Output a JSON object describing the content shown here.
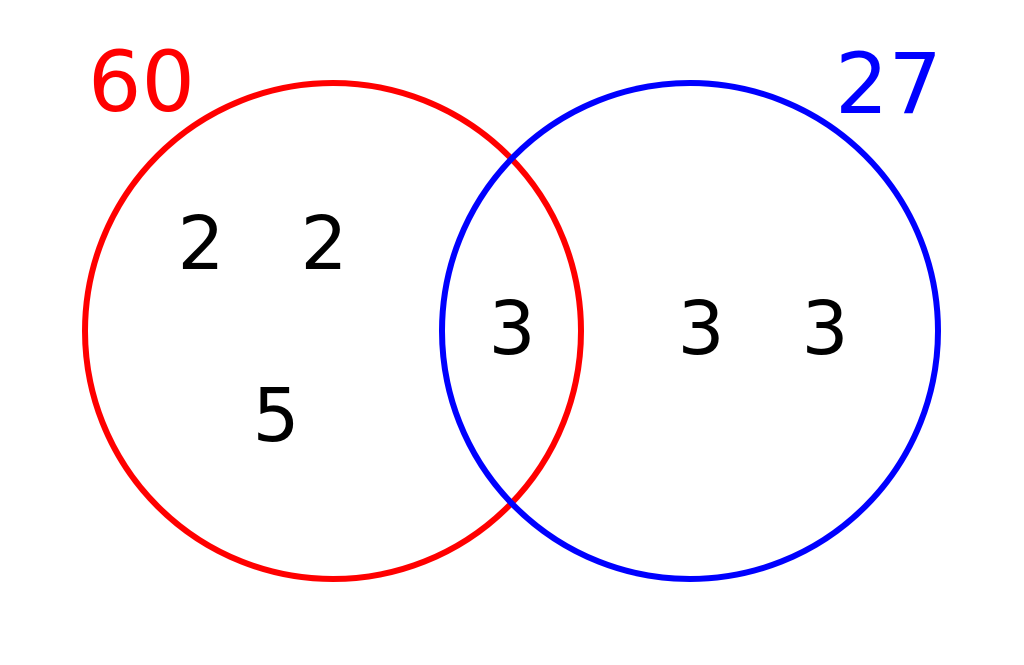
{
  "sets": [
    {
      "label": "60",
      "color": "#ff0000",
      "factors": [
        "2",
        "2",
        "5"
      ]
    },
    {
      "label": "27",
      "color": "#0000ff",
      "factors": [
        "3",
        "3"
      ]
    }
  ],
  "intersection": {
    "factors": [
      "3"
    ]
  }
}
